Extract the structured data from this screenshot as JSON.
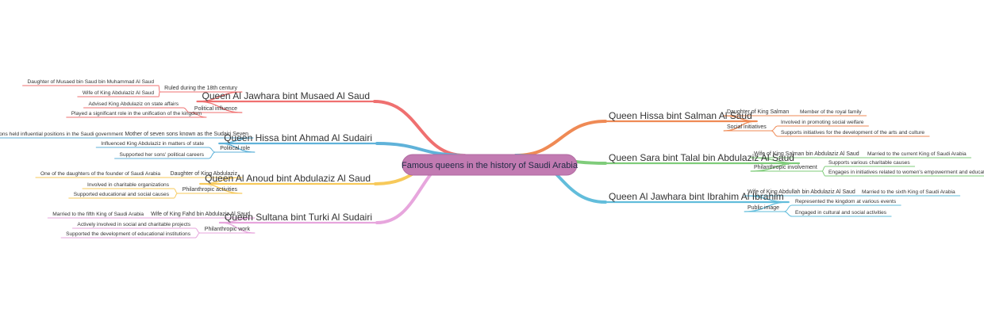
{
  "center": {
    "label": "Famous queens in the history of Saudi Arabia",
    "color": "#c27bb2"
  },
  "left_branches": [
    {
      "label": "Queen Al Jawhara bint Musaed Al Saud",
      "color": "#ef7070",
      "children": [
        {
          "label": "Ruled during the 18th century",
          "children": [
            {
              "label": "Daughter of Musaed bin Saud bin Muhammad Al Saud"
            },
            {
              "label": "Wife of King Abdulaziz Al Saud"
            }
          ]
        },
        {
          "label": "Political influence",
          "children": [
            {
              "label": "Advised King Abdulaziz on state affairs"
            },
            {
              "label": "Played a significant role in the unification of the kingdom"
            }
          ]
        }
      ]
    },
    {
      "label": "Queen Hissa bint Ahmad Al Sudairi",
      "color": "#5fb2d9",
      "children": [
        {
          "label": "Mother of seven sons known as the Sudairi Seven",
          "children": [
            {
              "label": "Sons held influential positions in the Saudi government"
            }
          ]
        },
        {
          "label": "Political role",
          "children": [
            {
              "label": "Influenced King Abdulaziz in matters of state"
            },
            {
              "label": "Supported her sons' political careers"
            }
          ]
        }
      ]
    },
    {
      "label": "Queen Al Anoud bint Abdulaziz Al Saud",
      "color": "#f7c95a",
      "children": [
        {
          "label": "Daughter of King Abdulaziz",
          "children": [
            {
              "label": "One of the daughters of the founder of Saudi Arabia"
            }
          ]
        },
        {
          "label": "Philanthropic activities",
          "children": [
            {
              "label": "Involved in charitable organizations"
            },
            {
              "label": "Supported educational and social causes"
            }
          ]
        }
      ]
    },
    {
      "label": "Queen Sultana bint Turki Al Sudairi",
      "color": "#e7a6dd",
      "children": [
        {
          "label": "Wife of King Fahd bin Abdulaziz Al Saud",
          "children": [
            {
              "label": "Married to the fifth King of Saudi Arabia"
            }
          ]
        },
        {
          "label": "Philanthropic work",
          "children": [
            {
              "label": "Actively involved in social and charitable projects"
            },
            {
              "label": "Supported the development of educational institutions"
            }
          ]
        }
      ]
    }
  ],
  "right_branches": [
    {
      "label": "Queen Hissa bint Salman Al Saud",
      "color": "#ef8a55",
      "children": [
        {
          "label": "Daughter of King Salman",
          "children": [
            {
              "label": "Member of the royal family"
            }
          ]
        },
        {
          "label": "Social initiatives",
          "children": [
            {
              "label": "Involved in promoting social welfare"
            },
            {
              "label": "Supports initiatives for the development of the arts and culture"
            }
          ]
        }
      ]
    },
    {
      "label": "Queen Sara bint Talal bin Abdulaziz Al Saud",
      "color": "#7fcc7a",
      "children": [
        {
          "label": "Wife of King Salman bin Abdulaziz Al Saud",
          "children": [
            {
              "label": "Married to the current King of Saudi Arabia"
            }
          ]
        },
        {
          "label": "Philanthropic involvement",
          "children": [
            {
              "label": "Supports various charitable causes"
            },
            {
              "label": "Engages in initiatives related to women's empowerment and education"
            }
          ]
        }
      ]
    },
    {
      "label": "Queen Al Jawhara bint Ibrahim Al Ibrahim",
      "color": "#62bddb",
      "children": [
        {
          "label": "Wife of King Abdullah bin Abdulaziz Al Saud",
          "children": [
            {
              "label": "Married to the sixth King of Saudi Arabia"
            }
          ]
        },
        {
          "label": "Public image",
          "children": [
            {
              "label": "Represented the kingdom at various events"
            },
            {
              "label": "Engaged in cultural and social activities"
            }
          ]
        }
      ]
    }
  ]
}
